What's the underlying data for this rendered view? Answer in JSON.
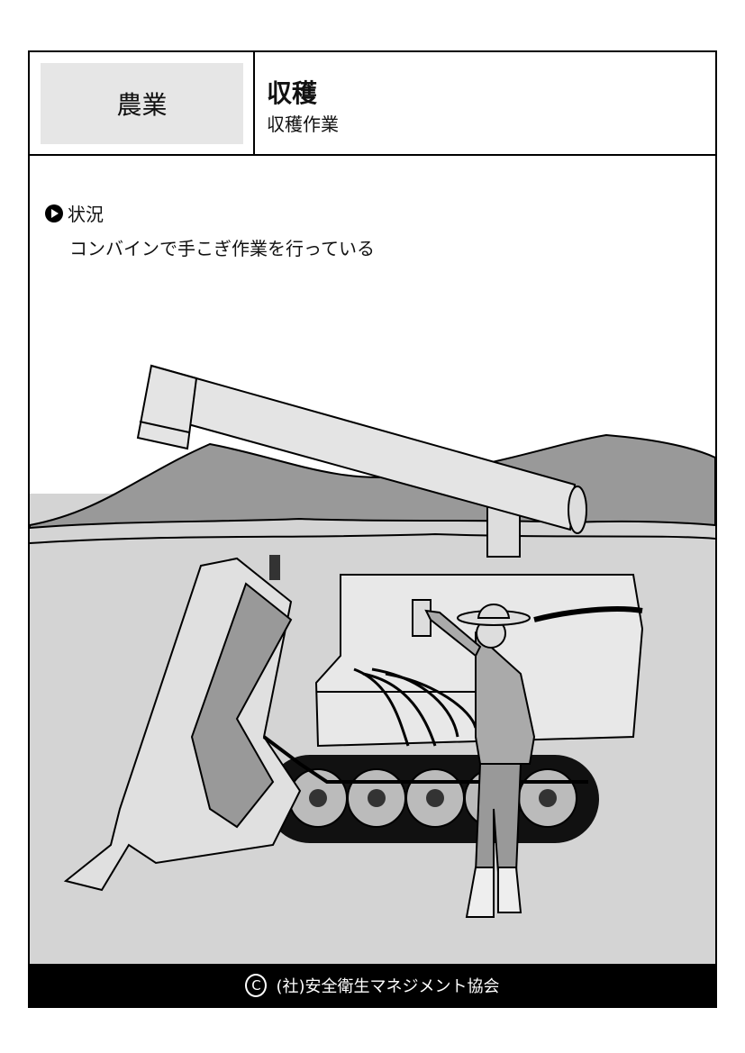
{
  "header": {
    "category": "農業",
    "title": "収穫",
    "subtitle": "収穫作業"
  },
  "situation": {
    "heading": "状況",
    "icon": "play-circle-icon",
    "text": "コンバインで手こぎ作業を行っている"
  },
  "footer": {
    "copyright_symbol": "C",
    "organization": "(社)安全衛生マネジメント協会"
  },
  "colors": {
    "category_bg": "#e6e6e6",
    "ground": "#d4d4d4",
    "footer_bg": "#000000"
  }
}
